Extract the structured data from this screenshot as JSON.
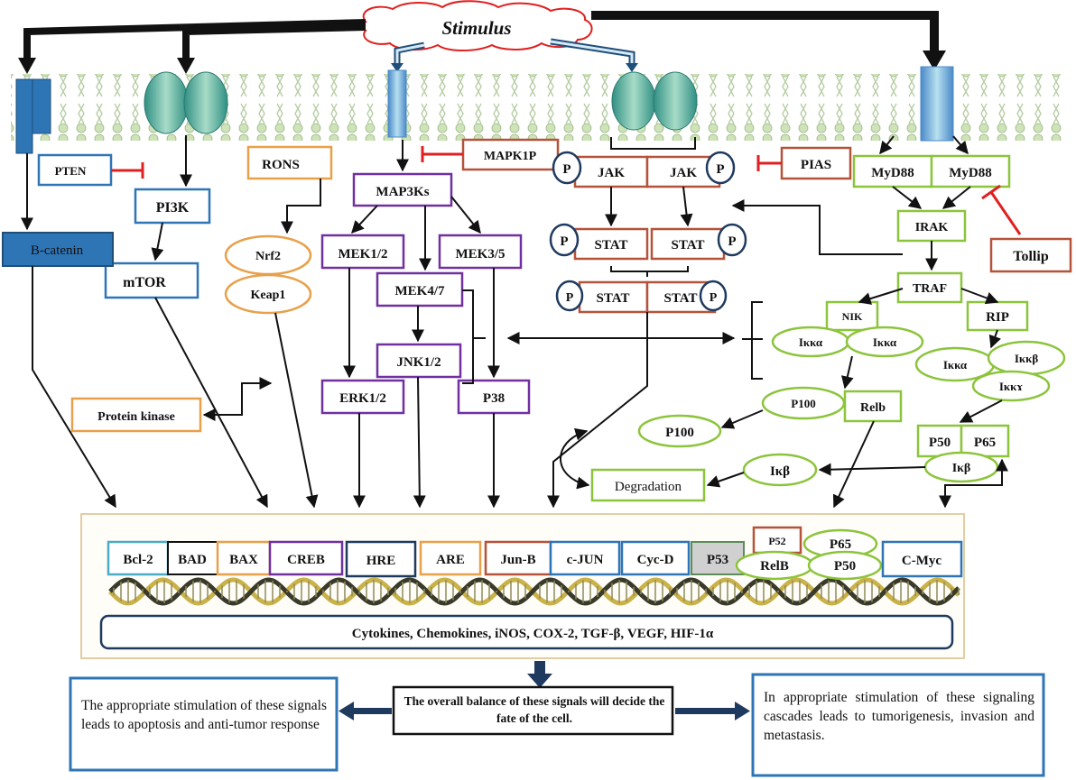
{
  "stimulus": "Stimulus",
  "nodes": {
    "pten": "PTEN",
    "pi3k": "PI3K",
    "mtor": "mTOR",
    "bcatenin": "B-catenin",
    "rons": "RONS",
    "nrf2": "Nrf2",
    "keap1": "Keap1",
    "protein_kinase": "Protein kinase",
    "mapk1p": "MAPK1P",
    "map3ks": "MAP3Ks",
    "mek12": "MEK1/2",
    "mek35": "MEK3/5",
    "mek47": "MEK4/7",
    "jnk12": "JNK1/2",
    "erk12": "ERK1/2",
    "p38": "P38",
    "jak": "JAK",
    "p": "P",
    "stat": "STAT",
    "pias": "PIAS",
    "myd88": "MyD88",
    "irak": "IRAK",
    "tollip": "Tollip",
    "traf": "TRAF",
    "nik": "NIK",
    "rip": "RIP",
    "ikka": "Iκκα",
    "ikkb": "Iκκβ",
    "ikky": "Iκκɤ",
    "p100": "P100",
    "relb": "Relb",
    "p50": "P50",
    "p65": "P65",
    "ikb": "Iκβ",
    "degradation": "Degradation"
  },
  "genes": {
    "bcl2": "Bcl-2",
    "bad": "BAD",
    "bax": "BAX",
    "creb": "CREB",
    "hre": "HRE",
    "are": "ARE",
    "junb": "Jun-B",
    "cjun": "c-JUN",
    "cycd": "Cyc-D",
    "p53": "P53",
    "p52": "P52",
    "p65": "P65",
    "relb": "RelB",
    "p50": "P50",
    "cmyc": "C-Myc"
  },
  "products": "Cytokines, Chemokines, iNOS, COX-2, TGF-β, VEGF, HIF-1α",
  "outcomes": {
    "left": "The appropriate stimulation of these signals leads to apoptosis and anti-tumor response",
    "center": "The overall balance of these signals will decide the fate of the cell.",
    "right": "In appropriate stimulation of these signaling cascades leads to tumorigenesis, invasion and metastasis."
  },
  "colors": {
    "blue": "#2e75b6",
    "orange": "#e8a04a",
    "purple": "#7030a0",
    "brown": "#b5533a",
    "green": "#8cc43c",
    "red": "#e02020",
    "dark_blue": "#1f3a5f",
    "membrane": "#cfe3b8"
  }
}
